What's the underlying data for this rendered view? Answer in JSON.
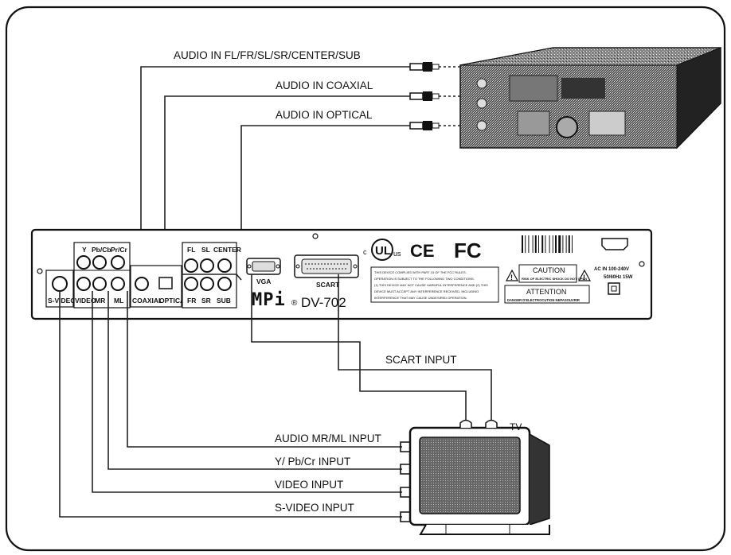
{
  "labels": {
    "audio_in_multi": "AUDIO IN FL/FR/SL/SR/CENTER/SUB",
    "audio_in_coaxial": "AUDIO IN COAXIAL",
    "audio_in_optical": "AUDIO IN OPTICAL",
    "scart_input": "SCART INPUT",
    "audio_mr_ml_input": "AUDIO MR/ML INPUT",
    "y_pb_cr_input": "Y/ Pb/Cr  INPUT",
    "video_input": "VIDEO INPUT",
    "s_video_input": "S-VIDEO INPUT",
    "tv": "TV"
  },
  "player_panel": {
    "y": "Y",
    "pb_cb": "Pb/Cb",
    "pr_cr": "Pr/Cr",
    "s_video": "S-VIDEO",
    "video": "VIDEO",
    "mr": "MR",
    "ml": "ML",
    "coaxial": "COAXIAL",
    "optical": "OPTICAL",
    "fl": "FL",
    "sl": "SL",
    "center": "CENTER",
    "fr": "FR",
    "sr": "SR",
    "sub": "SUB",
    "vga": "VGA",
    "scart": "SCART",
    "brand": "MPi",
    "model": "DV-702",
    "ce": "CE",
    "fc": "FC",
    "ul": "UL",
    "ul_c": "c",
    "ul_us": "us",
    "fcc_text": [
      "THIS DEVICE COMPLIES WITH PART 15 OF THE FCC RULES.",
      "OPERATION IS SUBJECT TO THE FOLLOWING TWO CONDITIONS.",
      "(1) THIS DEVICE MAY NOT CAUSE HARMFUL INTERFERENCE AND (2) THIS",
      "DEVICE MUST ACCEPT ANY INTERFERENCE RECEIVED, INCLUDING",
      "INTERFERENCE THAT MAY CAUSE UNDESIRED OPERATION."
    ],
    "caution": "CAUTION",
    "caution_sub": "RISK OF ELECTRIC SHOCK DO NOT OPEN",
    "attention": "ATTENTION",
    "attention_sub": "DANGER D'ELECTROCUTION NEPASOUVRIR",
    "ac_in": "AC  IN  100-240V",
    "ac_freq": "50/60Hz  15W"
  }
}
